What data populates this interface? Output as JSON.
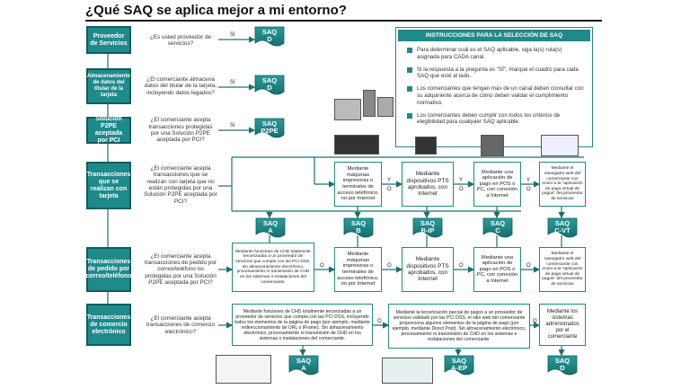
{
  "title": "¿Qué SAQ se aplica mejor a mi entorno?",
  "instructions": {
    "heading": "INSTRUCCIONES PARA LA SELECCIÓN DE SAQ",
    "items": [
      "Para determinar cuál es el SAQ aplicable, siga la(s) ruta(s) asignada para CADA canal.",
      "Si la respuesta a la pregunta es \"SÍ\", marque el cuadro para cada SAQ que esté al lado.",
      "Los comerciantes que tengan más de un canal deben consultar con su adquiriente acerca de cómo deben validar el cumplimiento normativo.",
      "Los comerciantes deben cumplir con todos los criterios de elegibilidad para cualquier SAQ aplicable."
    ]
  },
  "labels": {
    "yes": "Sí",
    "y": "Y",
    "o": "O"
  },
  "rows": [
    {
      "category": "Proveedor de Servicios",
      "question": "¿Es usted proveedor de servicios?",
      "saq": "SAQ D"
    },
    {
      "category": "Almacenamiento de datos del titular de la tarjeta",
      "question": "¿El comerciante almacena datos del titular de la tarjeta, incluyendo datos legados?",
      "saq": "SAQ D"
    },
    {
      "category": "Solución P2PE aceptada por PCI",
      "question": "¿El comerciante acepta transacciones protegidas por una Solución P2PE aceptada por PCI?",
      "saq": "SAQ P2PE"
    },
    {
      "category": "Transacciones que se realizan con tarjeta",
      "question": "¿El comerciante acepta transacciones que se realizan con tarjeta que no están protegidas por una Solución P2PE aceptada por PCI?"
    },
    {
      "category": "Transacciones de pedido por correo/teléfono",
      "question": "¿El comerciante acepta transacciones de pedido por correo/teléfono no protegidas por una Solución P2PE aceptada por PCI?"
    },
    {
      "category": "Transacciones de comercio electrónico",
      "question": "¿El comerciante acepta transacciones de comercio electrónico?"
    }
  ],
  "options": {
    "terminals": "Mediante máquinas impresoras o terminales de acceso telefónico, no por Internet",
    "pts": "Mediante dispositivos PTS aprobados, con Internet",
    "app": "Mediante una aplicación de pago en POS o PC, con conexión a Internet",
    "vt": "Mediante el navegador web del comerciante con envío a la \"aplicación de pago virtual de pagos\" del proveedor de servicios",
    "moto_outsourced": "Mediante funciones de CHD totalmente tercerizadas a un proveedor de servicios que cumpla con las PCI DSS, sin almacenamiento electrónico, procesamiento ni transmisión de CHD en los sistemas o instalaciones del comerciante.",
    "ecom_outsourced": "Mediante funciones de CHD totalmente tercerizadas a un proveedor de servicios que cumpla con las PCI DSS, incluyendo todos los elementos de la página de pago (por ejemplo, mediante redireccionamiento de URL o iFrame). Sin almacenamiento electrónico, procesamiento ni transmisión de CHD en los sistemas o instalaciones del comerciante.",
    "ecom_partial": "Mediante la tercerización parcial de pagos a un proveedor de servicios validado por las PCI DSS, el sitio web del comerciante proporciona algunos elementos de la página de pago (por ejemplo, mediante Direct Post). Sin almacenamiento electrónico, procesamiento ni transmisión de CHD en los sistemas e instalaciones del comerciante.",
    "ecom_other": "Mediante los sistemas administrados por el comerciante"
  },
  "saqs": {
    "a": "SAQ A",
    "b": "SAQ B",
    "bip": "SAQ B-IP",
    "c": "SAQ C",
    "cvt": "SAQ C-VT",
    "aep": "SAQ A-EP",
    "d": "SAQ D"
  },
  "colors": {
    "accent": "#1f8a8a",
    "accent_dark": "#0e5e5e",
    "arrow": "#1f6f6f"
  }
}
